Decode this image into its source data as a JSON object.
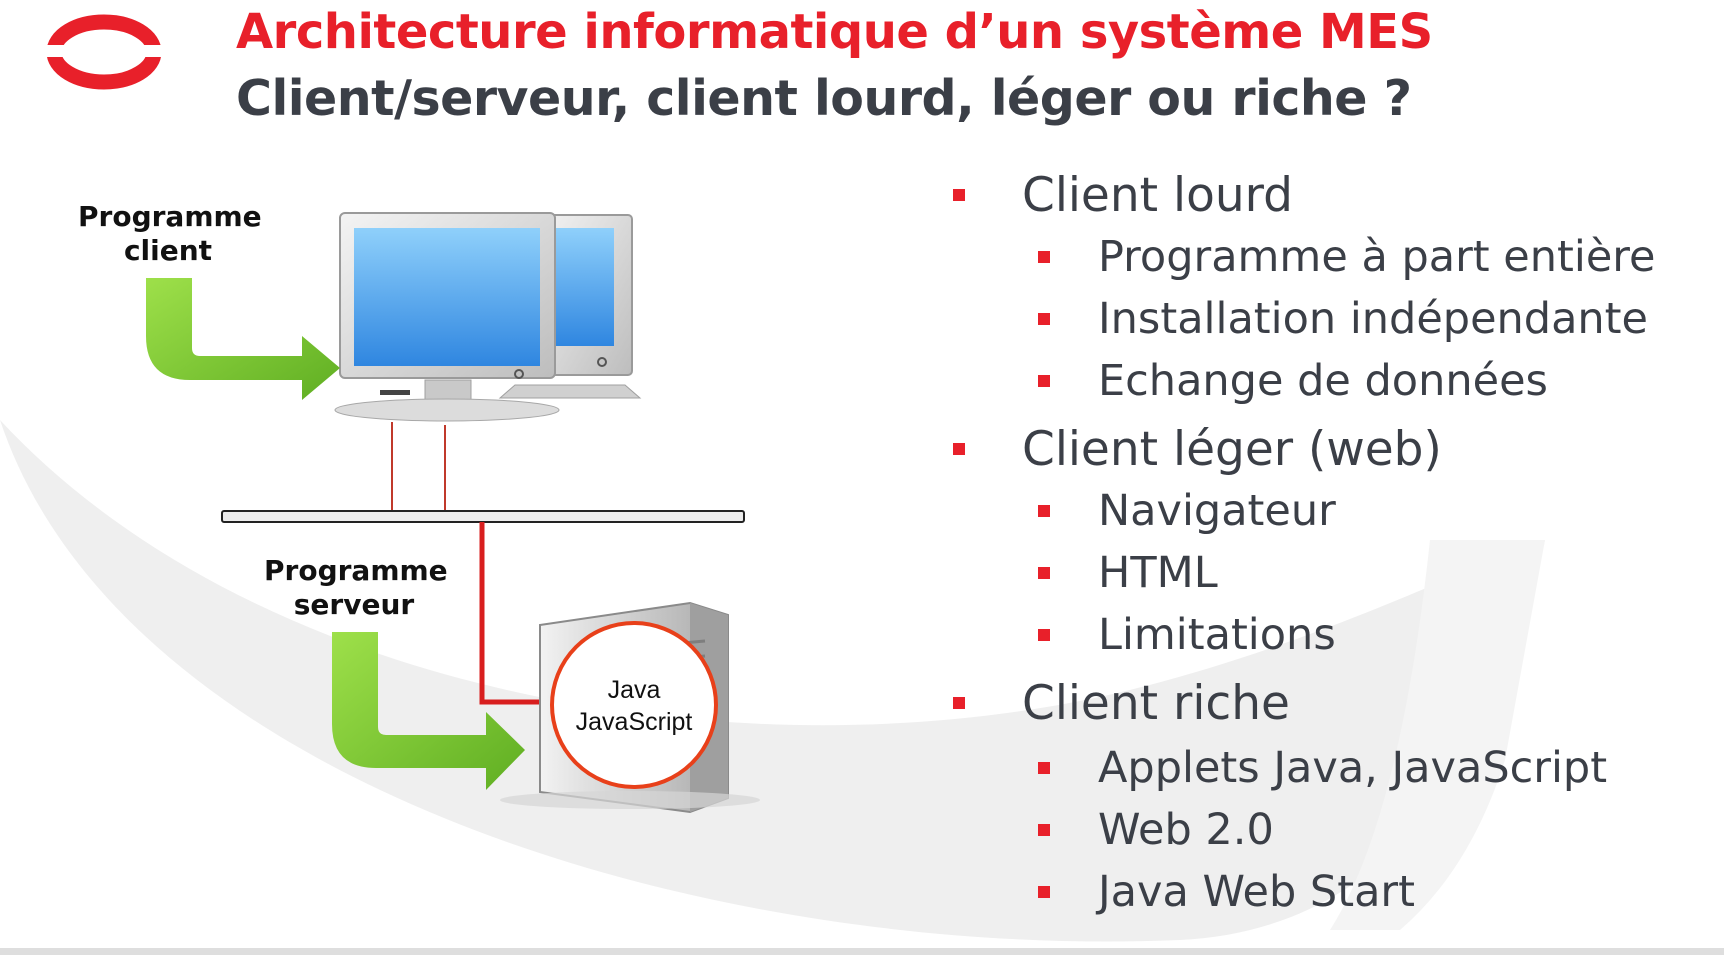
{
  "header": {
    "title": "Architecture informatique d’un système MES",
    "subtitle": "Client/serveur, client lourd, léger ou riche ?"
  },
  "colors": {
    "accent_red": "#e8202a",
    "text_dark": "#3b3f47",
    "arrow_green": "#7cc832",
    "screen_blue": "#3f9ee8"
  },
  "diagram": {
    "client_label": [
      "Programme",
      "client"
    ],
    "server_label": [
      "Programme",
      "serveur"
    ],
    "server_bubble": [
      "Java",
      "JavaScript"
    ]
  },
  "bullets": [
    {
      "level": 1,
      "text": "Client lourd"
    },
    {
      "level": 2,
      "text": "Programme à part entière"
    },
    {
      "level": 2,
      "text": "Installation indépendante"
    },
    {
      "level": 2,
      "text": "Echange de données"
    },
    {
      "level": 1,
      "text": "Client léger (web)"
    },
    {
      "level": 2,
      "text": "Navigateur"
    },
    {
      "level": 2,
      "text": "HTML"
    },
    {
      "level": 2,
      "text": "Limitations"
    },
    {
      "level": 1,
      "text": "Client riche"
    },
    {
      "level": 2,
      "text": "Applets Java, JavaScript"
    },
    {
      "level": 2,
      "text": "Web 2.0"
    },
    {
      "level": 2,
      "text": "Java Web Start"
    }
  ]
}
